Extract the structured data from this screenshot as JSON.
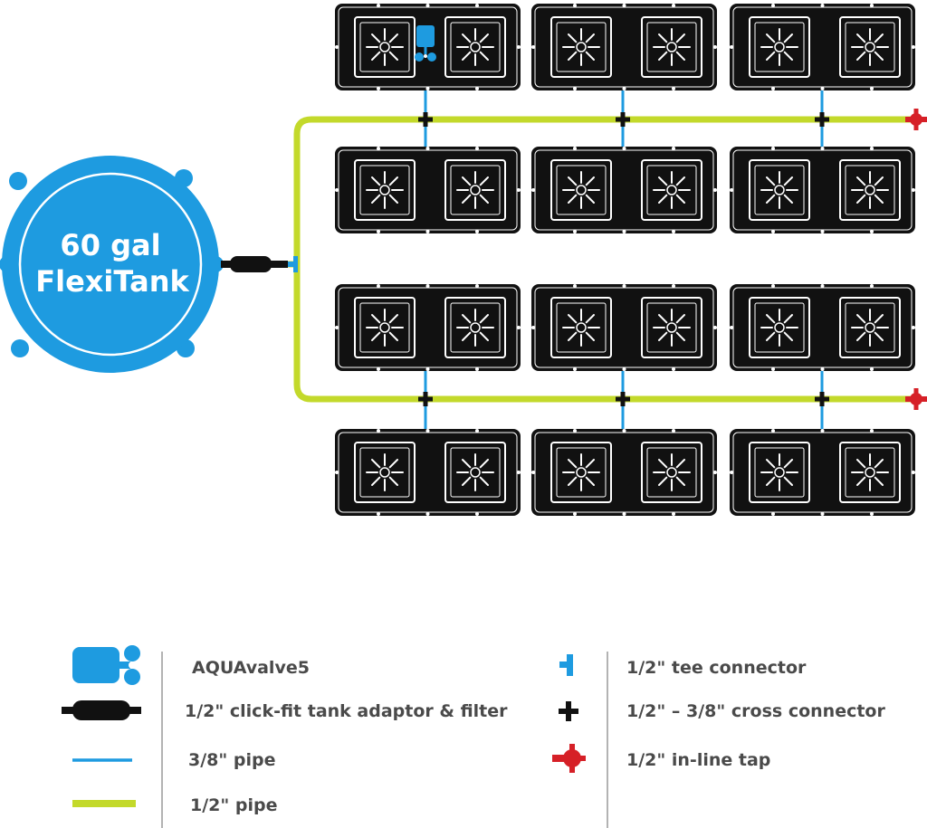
{
  "tank": {
    "line1": "60 gal",
    "line2": "FlexiTank"
  },
  "colors": {
    "blue": "#1e9be0",
    "green": "#c3d92b",
    "black": "#111111",
    "red": "#d62027",
    "legend_text": "#4a4a4a",
    "divider": "#9a9a9a"
  },
  "layout": {
    "tray_rows": 4,
    "tray_columns": 3,
    "pots_per_tray": 2,
    "supply_lines": 2
  },
  "legend": {
    "left": [
      {
        "icon": "aquavalve-icon",
        "label": "AQUAvalve5"
      },
      {
        "icon": "tank-adaptor-filter-icon",
        "label": "1/2\" click-fit tank adaptor & filter"
      },
      {
        "icon": "pipe-3-8-icon",
        "label": "3/8\" pipe"
      },
      {
        "icon": "pipe-1-2-icon",
        "label": "1/2\" pipe"
      }
    ],
    "right": [
      {
        "icon": "tee-connector-icon",
        "label": "1/2\" tee connector"
      },
      {
        "icon": "cross-connector-icon",
        "label": "1/2\" – 3/8\" cross connector"
      },
      {
        "icon": "inline-tap-icon",
        "label": "1/2\" in-line tap"
      }
    ]
  }
}
